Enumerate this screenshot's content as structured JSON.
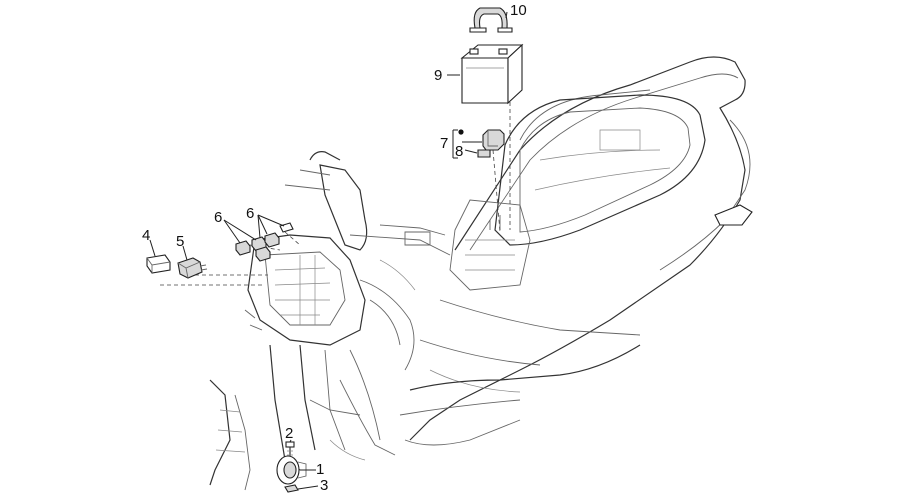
{
  "labels": {
    "l1": "1",
    "l2": "2",
    "l3": "3",
    "l4": "4",
    "l5": "5",
    "l6a": "6",
    "l6b": "6",
    "l7": "7",
    "l8": "8",
    "l9": "9",
    "l10": "10"
  }
}
